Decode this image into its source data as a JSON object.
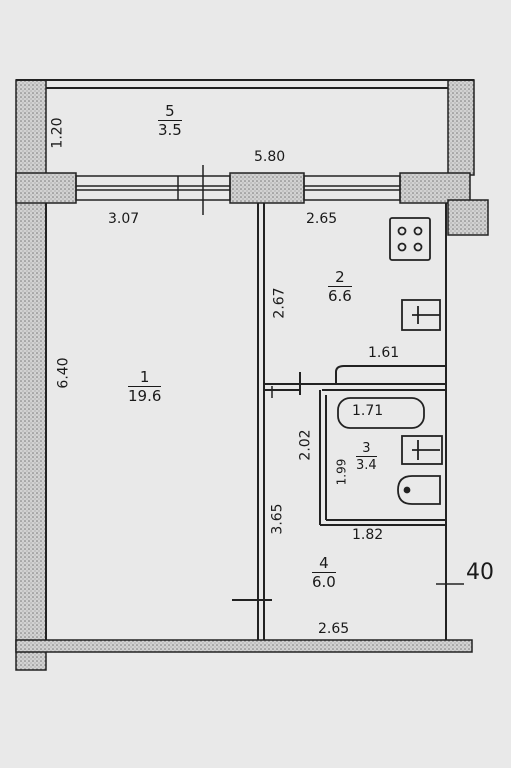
{
  "rooms": [
    {
      "number": "5",
      "area": "3.5"
    },
    {
      "number": "1",
      "area": "19.6"
    },
    {
      "number": "2",
      "area": "6.6"
    },
    {
      "number": "3",
      "area": "3.4"
    },
    {
      "number": "4",
      "area": "6.0"
    }
  ],
  "dimensions": {
    "balcony_depth": "1.20",
    "total_width": "5.80",
    "room1_width": "3.07",
    "room2_width": "2.65",
    "room2_length": "2.67",
    "total_length": "6.40",
    "kitchen_counter": "1.61",
    "bath": "1.71",
    "bath_height": "2.02",
    "bath_inner": "1.99",
    "bathroom_width": "1.82",
    "hall_length": "3.65",
    "hall_width": "2.65"
  },
  "side_note": "40"
}
